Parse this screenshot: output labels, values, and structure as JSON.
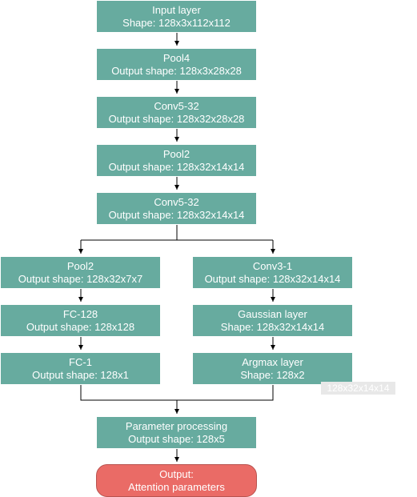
{
  "nodes": {
    "input": {
      "title": "Input layer",
      "detail": "Shape: 128x3x112x112"
    },
    "pool4": {
      "title": "Pool4",
      "detail": "Output shape: 128x3x28x28"
    },
    "conv1": {
      "title": "Conv5-32",
      "detail": "Output shape: 128x32x28x28"
    },
    "pool2a": {
      "title": "Pool2",
      "detail": "Output shape: 128x32x14x14"
    },
    "conv2": {
      "title": "Conv5-32",
      "detail": "Output shape: 128x32x14x14"
    },
    "pool2b": {
      "title": "Pool2",
      "detail": "Output shape: 128x32x7x7"
    },
    "fc128": {
      "title": "FC-128",
      "detail": "Output shape: 128x128"
    },
    "fc1": {
      "title": "FC-1",
      "detail": "Output shape: 128x1"
    },
    "conv3": {
      "title": "Conv3-1",
      "detail": "Output shape: 128x32x14x14"
    },
    "gaussian": {
      "title": "Gaussian layer",
      "detail": "Shape: 128x32x14x14"
    },
    "argmax": {
      "title": "Argmax layer",
      "detail": "Shape: 128x2"
    },
    "param": {
      "title": "Parameter processing",
      "detail": "Output shape: 128x5"
    },
    "output": {
      "title": "Output:",
      "detail": "Attention parameters"
    }
  },
  "floating_label": "128x32x14x14",
  "colors": {
    "node_fill": "#67ab9f",
    "terminal_fill": "#ea6b66",
    "terminal_stroke": "#b85450",
    "edge": "#000000"
  }
}
